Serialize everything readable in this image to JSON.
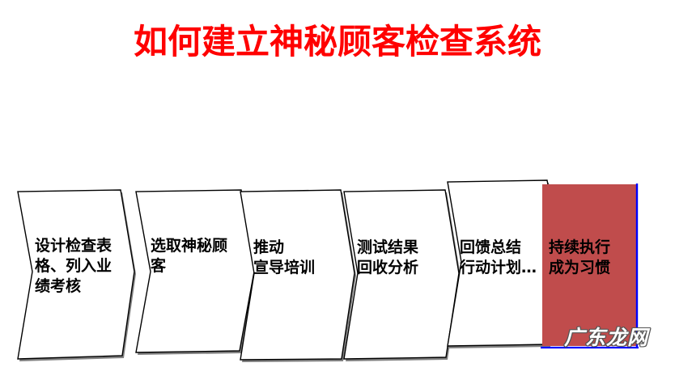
{
  "slide": {
    "title": "如何建立神秘顾客检查系统",
    "title_color": "#ff0000",
    "background_color": "#ffffff"
  },
  "process": {
    "shape_outline_color": "#000000",
    "shape_fill_color": "#ffffff",
    "shadow_color": "#808080",
    "highlight_fill_color": "#c04c4c",
    "highlight_border_color": "#0000ff",
    "steps": [
      {
        "index": 1,
        "lines": [
          "设计检查表",
          "格、列入业",
          "绩考核"
        ],
        "text": "设计检查表格、列入业绩考核",
        "highlighted": false
      },
      {
        "index": 2,
        "lines": [
          "选取神秘顾",
          "客"
        ],
        "text": "选取神秘顾客",
        "highlighted": false
      },
      {
        "index": 3,
        "lines": [
          "推动",
          "宣导培训"
        ],
        "text": "推动宣导培训",
        "highlighted": false
      },
      {
        "index": 4,
        "lines": [
          "测试结果",
          "回收分析"
        ],
        "text": "测试结果回收分析",
        "highlighted": false
      },
      {
        "index": 5,
        "lines": [
          "回馈总结",
          "行动计划…"
        ],
        "text": "回馈总结行动计划…",
        "highlighted": false
      },
      {
        "index": 6,
        "lines": [
          "持续执行",
          "成为习惯"
        ],
        "text": "持续执行成为习惯",
        "highlighted": true
      }
    ]
  },
  "watermark": {
    "text": "广东龙网"
  }
}
